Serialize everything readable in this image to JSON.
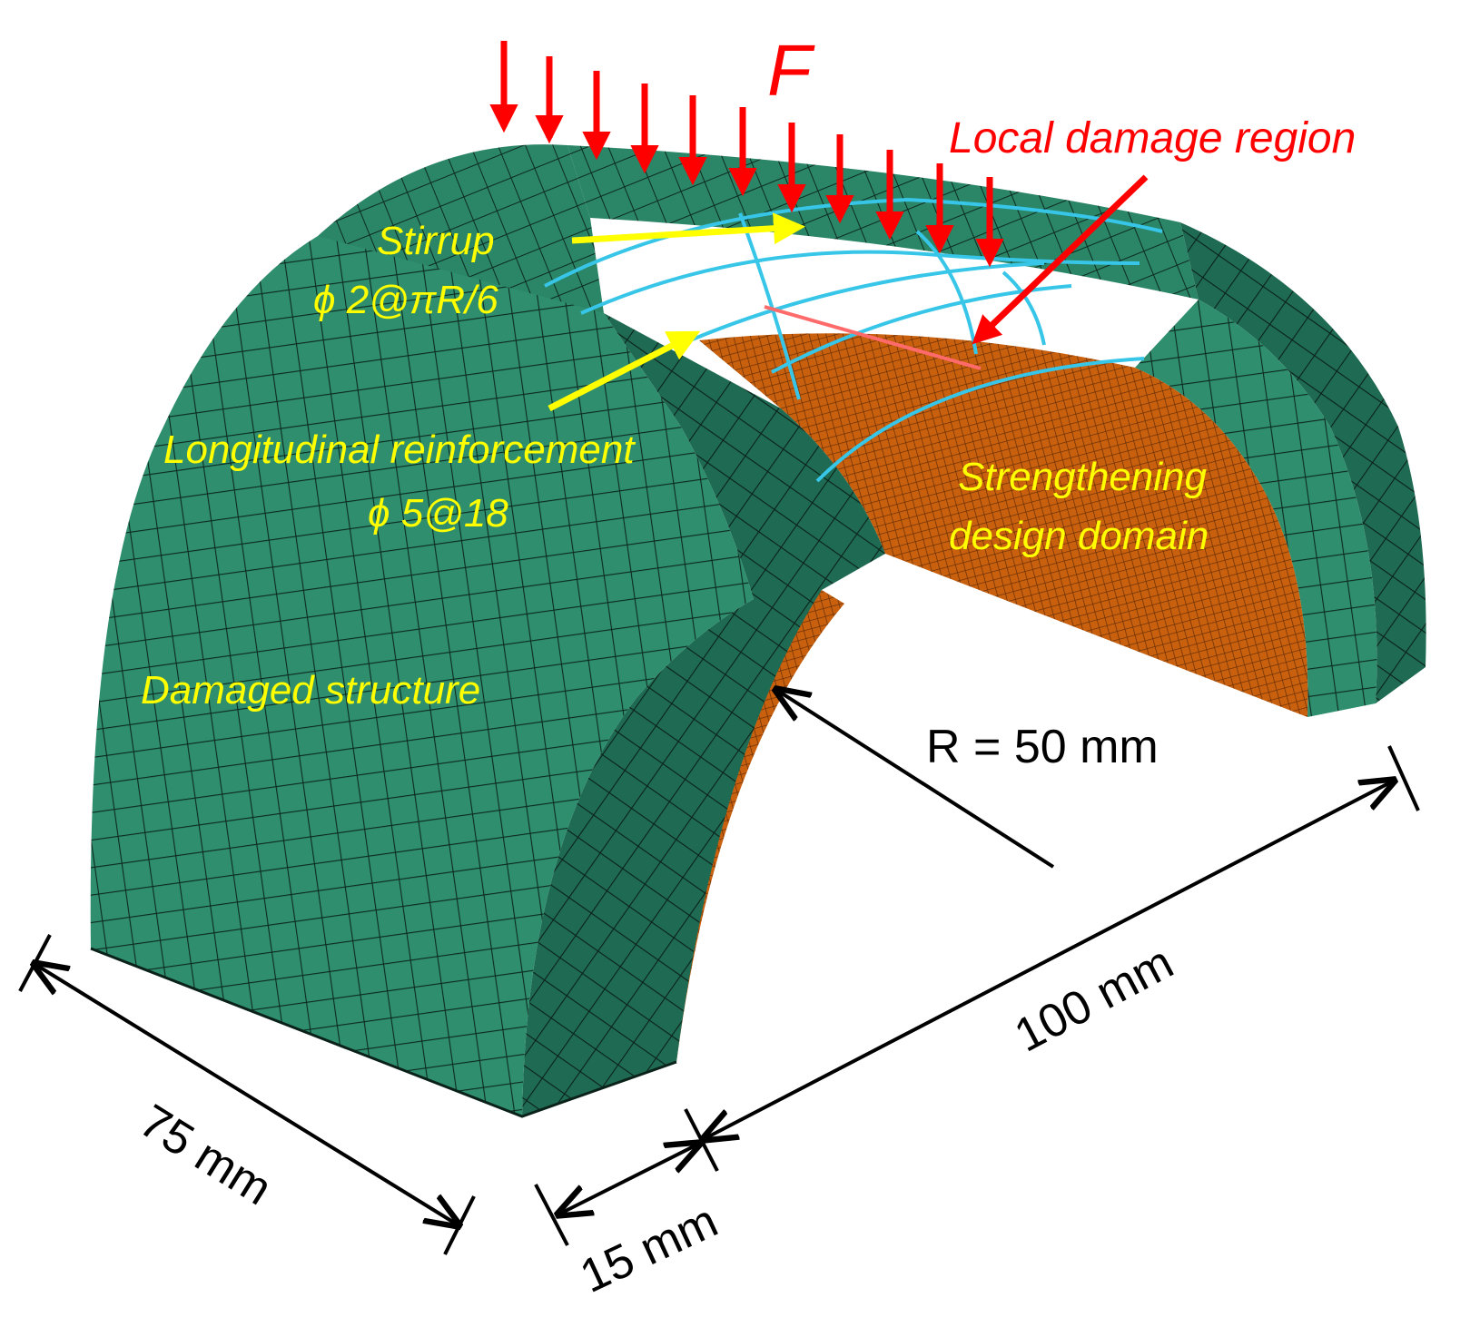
{
  "figure": {
    "load_label": "F",
    "local_damage_label": "Local damage region",
    "stirrup_label_line1": "Stirrup",
    "stirrup_label_line2": "ϕ 2@πR/6",
    "longitudinal_label_line1": "Longitudinal reinforcement",
    "longitudinal_label_line2": "ϕ 5@18",
    "strengthening_label_line1": "Strengthening",
    "strengthening_label_line2": "design domain",
    "damaged_label": "Damaged structure",
    "radius_label": "R = 50 mm",
    "dim_length_label": "100 mm",
    "dim_width_label": "75 mm",
    "dim_thickness_label": "15 mm"
  },
  "colors": {
    "structure_green": "#2e8e6e",
    "structure_green_dark": "#1f6a52",
    "strengthening_orange": "#c8600e",
    "rebar_cyan": "#38c6e8",
    "load_red": "#ff0000",
    "label_yellow": "#ffff00",
    "damage_line": "#ff6a6a"
  }
}
